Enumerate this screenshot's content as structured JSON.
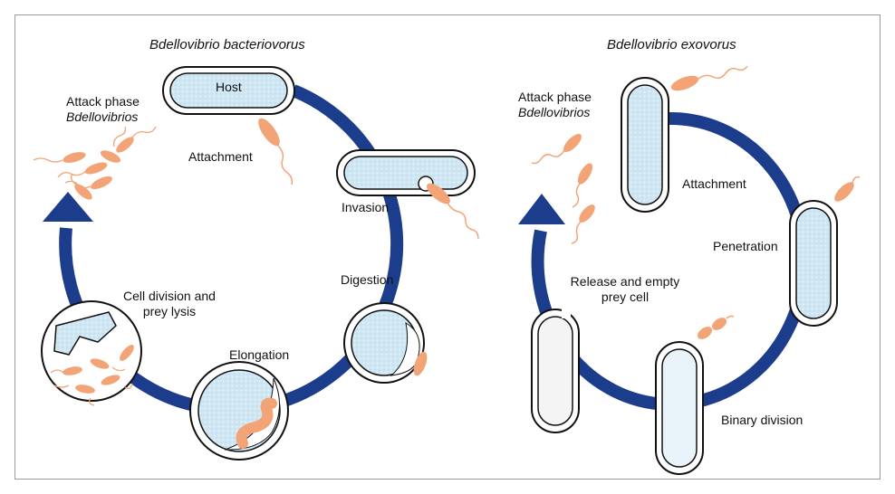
{
  "left_cycle": {
    "title": "Bdellovibrio bacteriovorus",
    "attack_phase": "Attack phase",
    "attack_species": "Bdellovibrios",
    "host": "Host",
    "attachment": "Attachment",
    "invasion": "Invasion",
    "digestion": "Digestion",
    "elongation": "Elongation",
    "cell_division_1": "Cell division and",
    "cell_division_2": "prey lysis"
  },
  "right_cycle": {
    "title": "Bdellovibrio exovorus",
    "attack_phase": "Attack phase",
    "attack_species": "Bdellovibrios",
    "attachment": "Attachment",
    "penetration": "Penetration",
    "release_1": "Release and empty",
    "release_2": "prey cell",
    "binary_division": "Binary division"
  },
  "colors": {
    "cycle_arrow": "#1c3c8c",
    "prey_cell_fill": "#cfe6f3",
    "bdellovibrio": "#f3a477",
    "outline": "#111111"
  }
}
